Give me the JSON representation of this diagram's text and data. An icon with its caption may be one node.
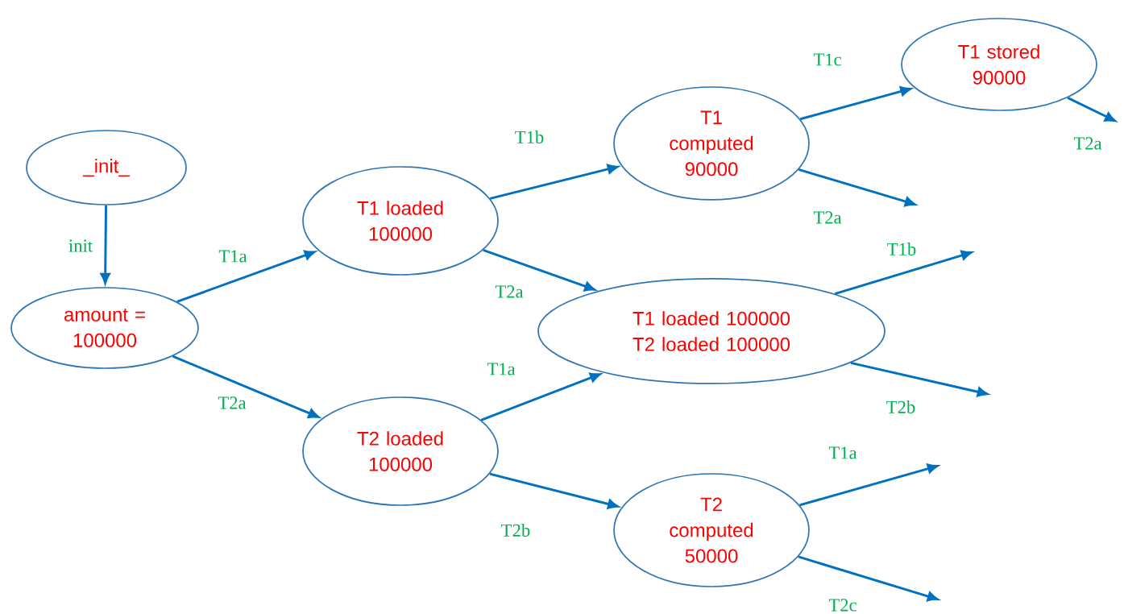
{
  "diagram": {
    "nodes": [
      {
        "text": [
          "_init_"
        ]
      },
      {
        "text": [
          "amount = 100000"
        ]
      },
      {
        "text": [
          "T1 loaded 100000"
        ]
      },
      {
        "text": [
          "T2 loaded 100000"
        ]
      },
      {
        "text": [
          "T1 computed 90000"
        ]
      },
      {
        "text": [
          "T1 loaded 100000",
          "T2 loaded 100000"
        ]
      },
      {
        "text": [
          "T2 computed 50000"
        ]
      },
      {
        "text": [
          "T1 stored 90000"
        ]
      }
    ],
    "edges": [
      {
        "from": 0,
        "to": 1,
        "arrow": "to",
        "label": "init"
      },
      {
        "from": 1,
        "to": 2,
        "arrow": "to",
        "label": "T1a"
      },
      {
        "from": 1,
        "to": 3,
        "arrow": "to",
        "label": "T2a"
      },
      {
        "from": 2,
        "to": 4,
        "arrow": "to",
        "label": "T1b"
      },
      {
        "from": 2,
        "to": 5,
        "arrow": "to",
        "label": "T2a"
      },
      {
        "from": 3,
        "to": 5,
        "arrow": "to",
        "label": "T1a"
      },
      {
        "from": 3,
        "to": 6,
        "arrow": "to",
        "label": "T2b"
      },
      {
        "from": 4,
        "to": 7,
        "arrow": "to",
        "label": "T1c"
      },
      {
        "from": 4,
        "to": null,
        "arrow": "to",
        "label": "T2a"
      },
      {
        "from": 7,
        "to": null,
        "arrow": "to",
        "label": "T2a"
      },
      {
        "from": 5,
        "to": null,
        "arrow": "to",
        "label": "T1b"
      },
      {
        "from": 5,
        "to": null,
        "arrow": "to",
        "label": "T2b"
      },
      {
        "from": 6,
        "to": null,
        "arrow": "to",
        "label": "T1a"
      },
      {
        "from": 6,
        "to": null,
        "arrow": "to",
        "label": "T2c"
      }
    ]
  }
}
